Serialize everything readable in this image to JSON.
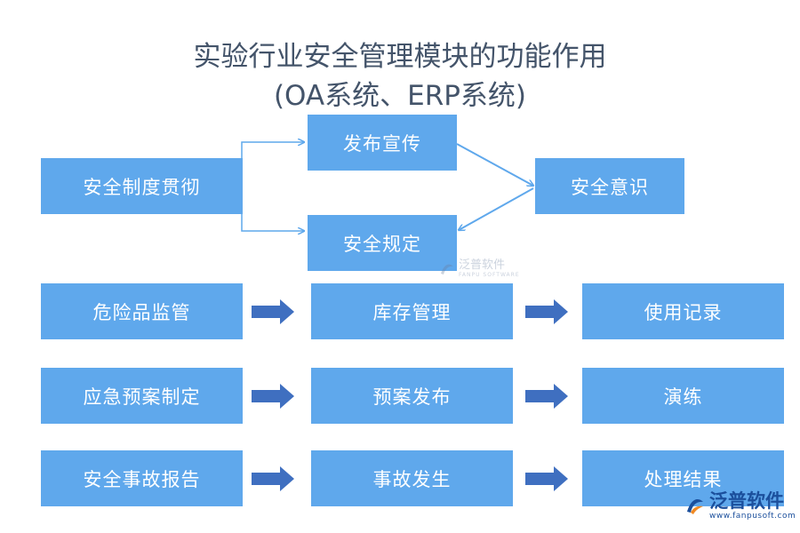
{
  "title_line1": "实验行业安全管理模块的功能作用",
  "title_line2": "(OA系统、ERP系统)",
  "top_flow": {
    "source": "安全制度贯彻",
    "branch_upper": "发布宣传",
    "branch_lower": "安全规定",
    "target": "安全意识"
  },
  "rows": [
    {
      "step1": "危险品监管",
      "step2": "库存管理",
      "step3": "使用记录"
    },
    {
      "step1": "应急预案制定",
      "step2": "预案发布",
      "step3": "演练"
    },
    {
      "step1": "安全事故报告",
      "step2": "事故发生",
      "step3": "处理结果"
    }
  ],
  "watermark": {
    "name": "泛普软件",
    "sub": "FANPU SOFTWARE"
  },
  "logo": {
    "name": "泛普软件",
    "url": "www.fanpusoft.com"
  },
  "colors": {
    "box": "#5fa8ec",
    "arrow": "#3f6fc0",
    "connector": "#5fa8ec",
    "title": "#44546a"
  }
}
